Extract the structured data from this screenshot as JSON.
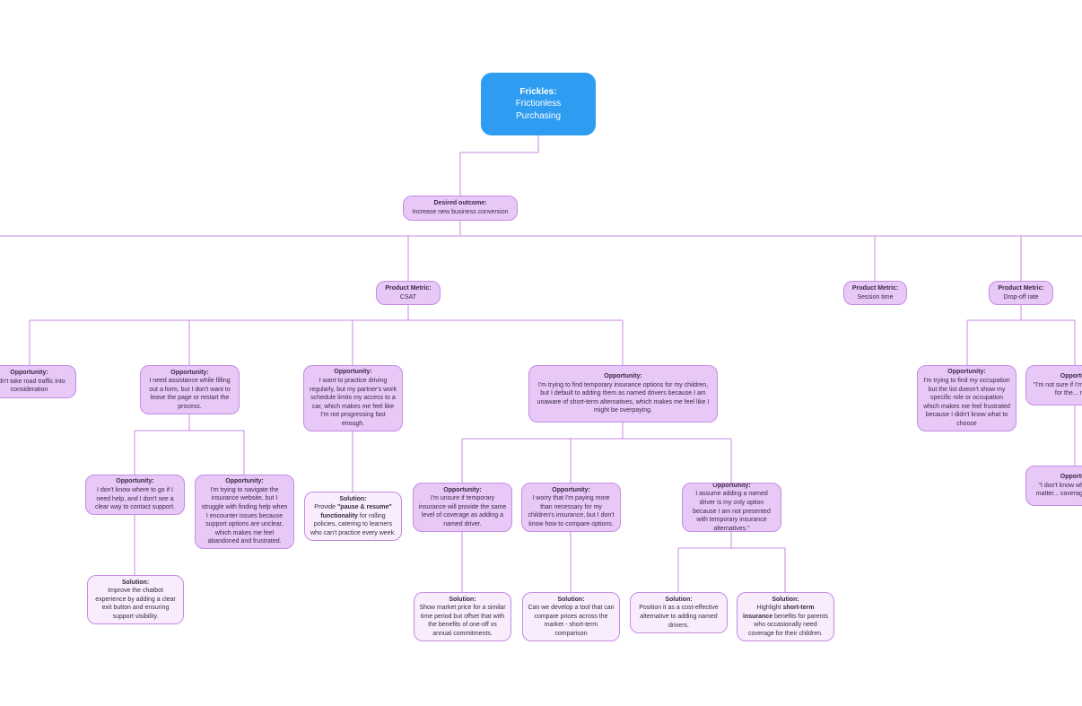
{
  "root": {
    "title": "Frickles:",
    "body_line1": "Frictionless",
    "body_line2": "Purchasing"
  },
  "outcome": {
    "title": "Desired outcome:",
    "body": "Increase new business conversion"
  },
  "metrics": {
    "csat": {
      "title": "Product Metric:",
      "body": "CSAT"
    },
    "session": {
      "title": "Product Metric:",
      "body": "Session time"
    },
    "dropoff": {
      "title": "Product Metric:",
      "body": "Drop-off rate"
    }
  },
  "opportunities": {
    "road_traffic": {
      "title": "Opportunity:",
      "body": "...dn't take road traffic into consideration"
    },
    "assistance": {
      "title": "Opportunity:",
      "body": "I need assistance while filling out a form, but I don't want to leave the page or restart the process."
    },
    "practice": {
      "title": "Opportunity:",
      "body": "I want to practice driving regularly, but my partner's work schedule limits my access to a car, which makes me feel like I'm not progressing fast enough."
    },
    "temp_children": {
      "title": "Opportunity:",
      "body": "I'm trying to find temporary insurance options for my children, but I default to adding them as named drivers because I am unaware of short-term alternatives, which makes me feel like I might be overpaying."
    },
    "where_help": {
      "title": "Opportunity:",
      "body": "I don't know where to go if I need help, and I don't see a clear way to contact support."
    },
    "navigate": {
      "title": "Opportunity:",
      "body": "I'm trying to navigate the insurance website, but I struggle with finding help when I encounter issues because support options are unclear, which makes me feel abandoned and frustrated."
    },
    "unsure_coverage": {
      "title": "Opportunity:",
      "body": "I'm unsure if temporary insurance will provide the same level of coverage as adding a named driver."
    },
    "worry_paying": {
      "title": "Opportunity:",
      "body": "I worry that I'm paying more than necessary for my children's insurance, but I don't know how to compare options."
    },
    "assume_named": {
      "title": "Opportunity:",
      "body": "I assume adding a named driver is my only option because I am not presented with temporary insurance alternatives.\""
    },
    "occupation": {
      "title": "Opportunity:",
      "body": "I'm trying to find my occupation but the list doesn't show my specific role or occupation which makes me feel frustrated because I didn't know what to choose"
    },
    "best_price": {
      "title": "Opportu...",
      "body": "\"I'm not sure if I'm... best price for the... need."
    },
    "dont_know": {
      "title": "Opportu...",
      "body": "\"I don't know wh... actually matter... coverage vs. serv..."
    }
  },
  "solutions": {
    "chatbot": {
      "title": "Solution:",
      "body": "Improve the chatbot experience by adding a clear exit button and ensuring support visibility."
    },
    "pause_pre": "Provide ",
    "pause_bold": "\"pause & resume\" functionality",
    "pause_post": " for rolling policies, catering to learners who can't practice every week.",
    "pause_title": "Solution:",
    "market": {
      "title": "Solution:",
      "body": "Show market price for a similar time period but offset that with the benefits of one-off vs annual commitments."
    },
    "compare_tool": {
      "title": "Solution:",
      "body": "Can we develop a tool that can compare prices across the market - short-term comparison"
    },
    "cost_effective": {
      "title": "Solution:",
      "body": "Position it as a cost-effective alternative to adding named drivers."
    },
    "shortterm_title": "Solution:",
    "shortterm_pre": "Highlight ",
    "shortterm_bold": "short-term insurance",
    "shortterm_post": " benefits for parents who occasionally need coverage for their children."
  },
  "colors": {
    "root": "#2e9cf0",
    "node_fill": "#e7c8f7",
    "solution_fill": "#f8ecfd",
    "border": "#c68be3",
    "connector": "#c98ae6"
  }
}
